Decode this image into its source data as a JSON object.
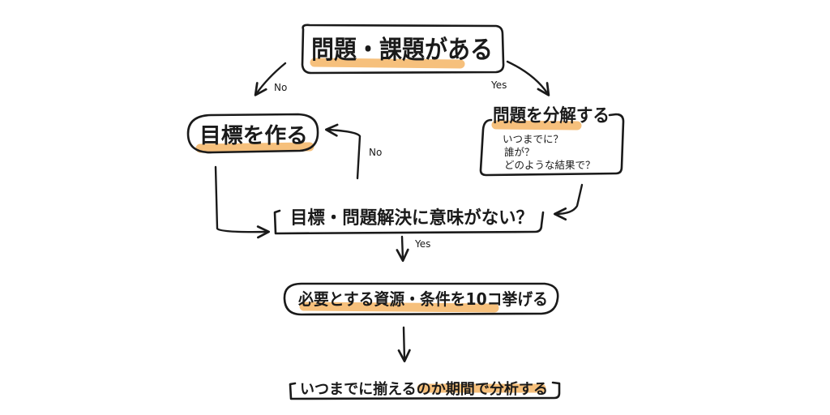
{
  "colors": {
    "highlight": "#f5b565",
    "ink": "#1a1a1a",
    "background": "#ffffff"
  },
  "nodes": {
    "problem": "問題・課題がある",
    "goal": "目標を作る",
    "decompose": "問題を分解する",
    "decompose_items": [
      "いつまでに？",
      "誰が？",
      "どのような結果で？"
    ],
    "meaning_check": "目標・問題解決に意味がない？",
    "resources": "必要とする資源・条件を10コ挙げる",
    "analyze": "いつまでに揃えるのか期間で分析する"
  },
  "edges": {
    "problem_to_goal": "No",
    "problem_to_decompose": "Yes",
    "check_to_goal": "No",
    "check_to_resources": "Yes"
  }
}
